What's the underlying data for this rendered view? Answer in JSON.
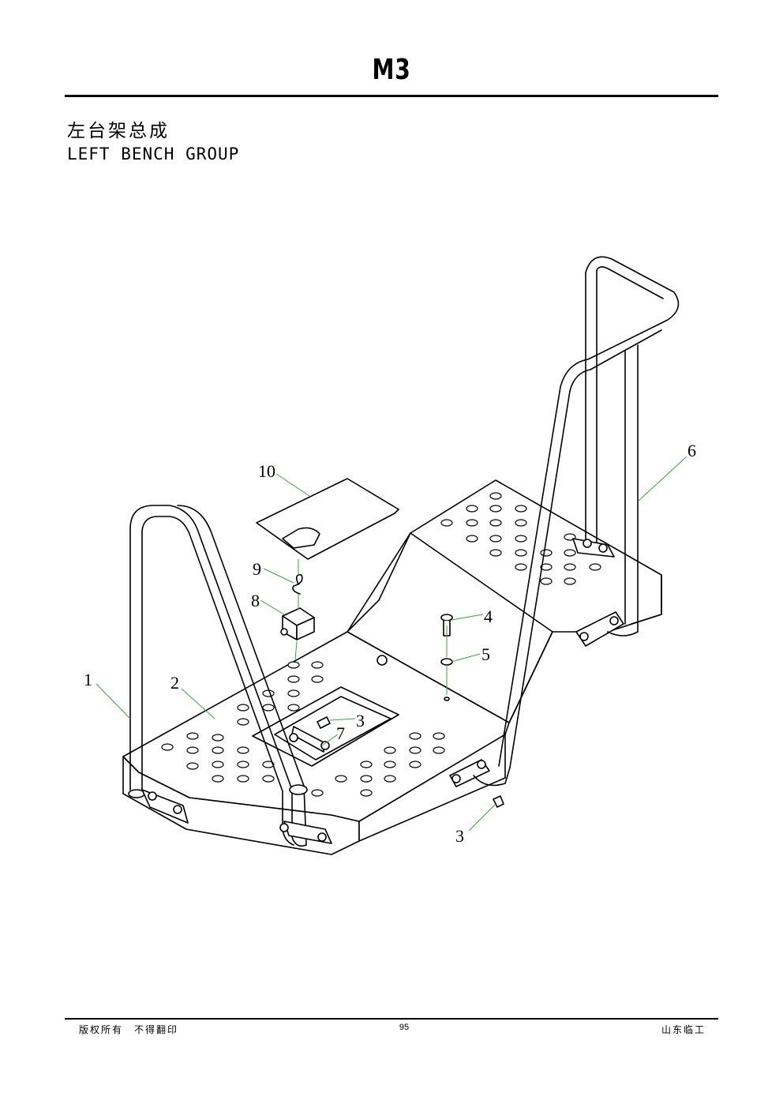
{
  "header": {
    "page_code": "M3",
    "title_cn": "左台架总成",
    "title_en": "LEFT BENCH GROUP"
  },
  "figure": {
    "callouts": [
      {
        "id": "c1",
        "label": "1"
      },
      {
        "id": "c2",
        "label": "2"
      },
      {
        "id": "c3a",
        "label": "3"
      },
      {
        "id": "c3b",
        "label": "3"
      },
      {
        "id": "c4",
        "label": "4"
      },
      {
        "id": "c5",
        "label": "5"
      },
      {
        "id": "c6",
        "label": "6"
      },
      {
        "id": "c7",
        "label": "7"
      },
      {
        "id": "c8",
        "label": "8"
      },
      {
        "id": "c9",
        "label": "9"
      },
      {
        "id": "c10",
        "label": "10"
      }
    ],
    "leader_color": "#3aa53a"
  },
  "footer": {
    "copyright": "版权所有　不得翻印",
    "page_number": "95",
    "company": "山东临工"
  }
}
